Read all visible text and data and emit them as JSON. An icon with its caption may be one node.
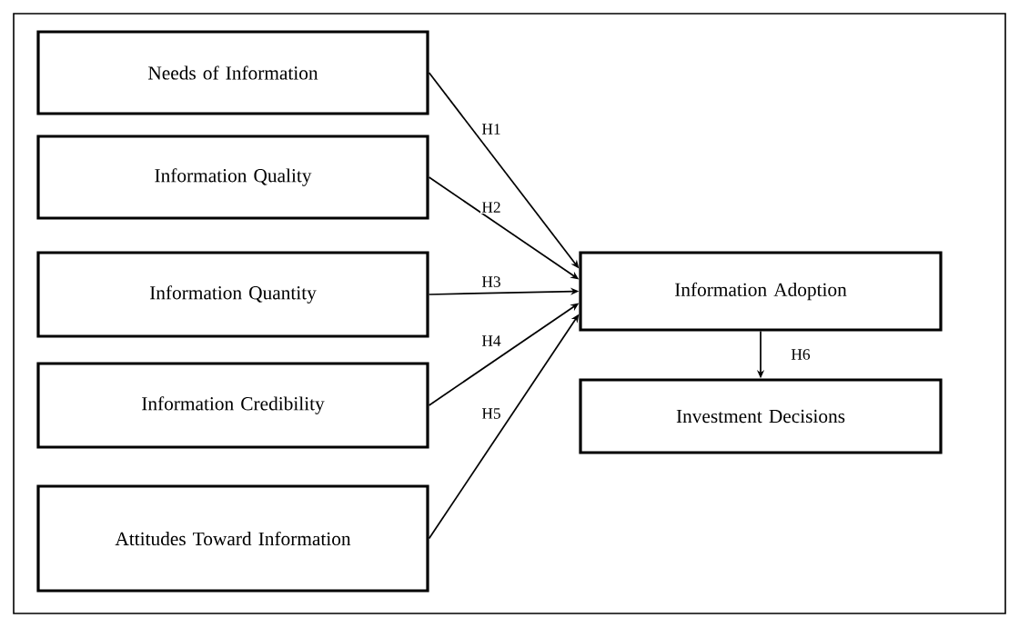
{
  "diagram": {
    "nodes": [
      {
        "text": [
          "Needs of Information"
        ]
      },
      {
        "text": [
          "Information Quality"
        ]
      },
      {
        "text": [
          "Information Quantity"
        ]
      },
      {
        "text": [
          "Information Credibility"
        ]
      },
      {
        "text": [
          "Attitudes Toward Information"
        ]
      },
      {
        "text": [
          "Information Adoption"
        ]
      },
      {
        "text": [
          "Investment Decisions"
        ]
      }
    ],
    "edges": [
      {
        "from": 0,
        "to": 5,
        "arrow": "to",
        "label": "H1"
      },
      {
        "from": 1,
        "to": 5,
        "arrow": "to",
        "label": "H2"
      },
      {
        "from": 2,
        "to": 5,
        "arrow": "to",
        "label": "H3"
      },
      {
        "from": 3,
        "to": 5,
        "arrow": "to",
        "label": "H4"
      },
      {
        "from": 4,
        "to": 5,
        "arrow": "to",
        "label": "H5"
      },
      {
        "from": 5,
        "to": 6,
        "arrow": "to",
        "label": "H6"
      }
    ]
  }
}
